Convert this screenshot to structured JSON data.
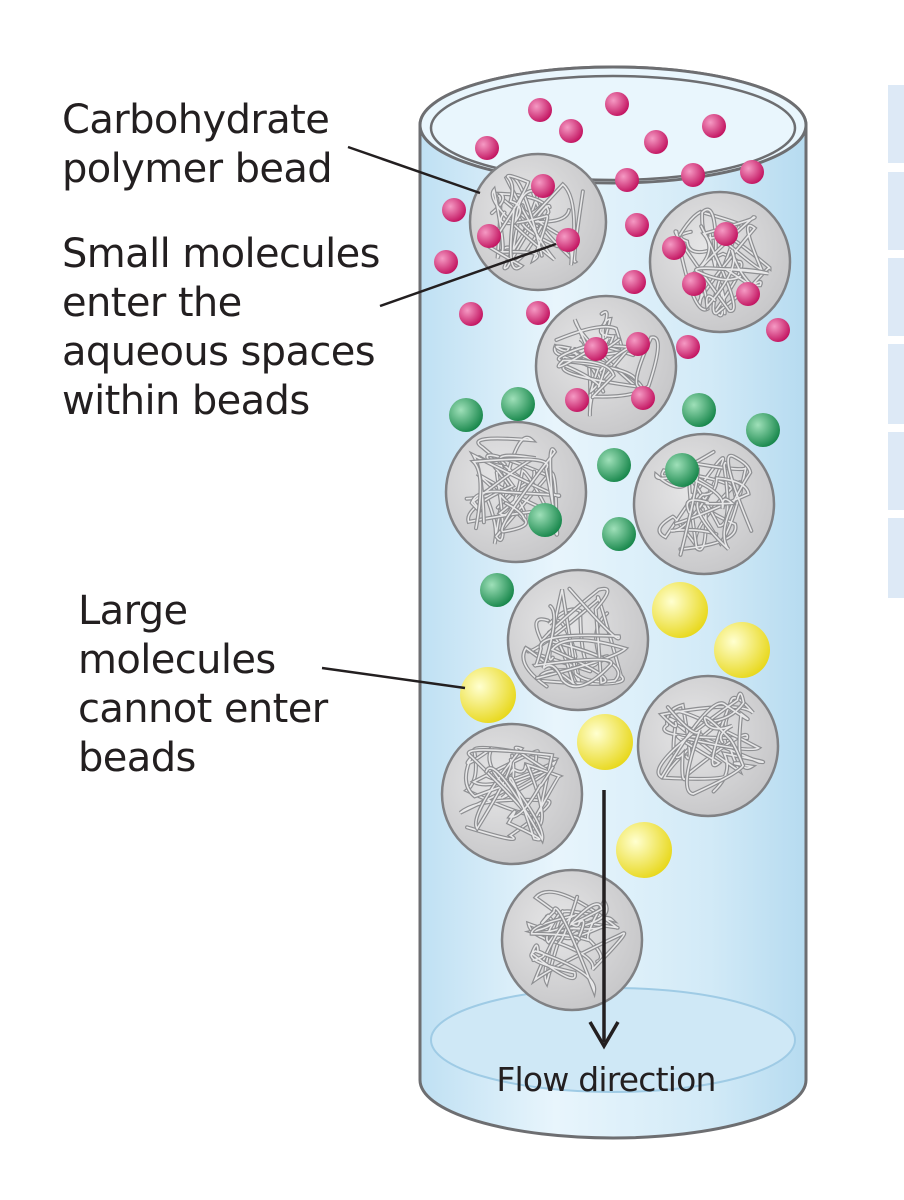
{
  "labels": {
    "carbohydrate_bead": "Carbohydrate\npolymer bead",
    "small_molecules": "Small molecules\nenter the\naqueous spaces\nwithin beads",
    "large_molecules": "Large\nmolecules\ncannot enter\nbeads",
    "flow_direction": "Flow direction"
  },
  "colors": {
    "column_fill": "#d4ebf7",
    "column_outline": "#6d6e71",
    "bead_fill": "#d9d9da",
    "bead_strand": "#8e8f92",
    "small_molecule": "#d81b73",
    "medium_molecule": "#21a05a",
    "large_molecule": "#f5ea3a",
    "arrow": "#231f20"
  },
  "icons": {
    "flow_arrow": "down-arrow-icon"
  }
}
